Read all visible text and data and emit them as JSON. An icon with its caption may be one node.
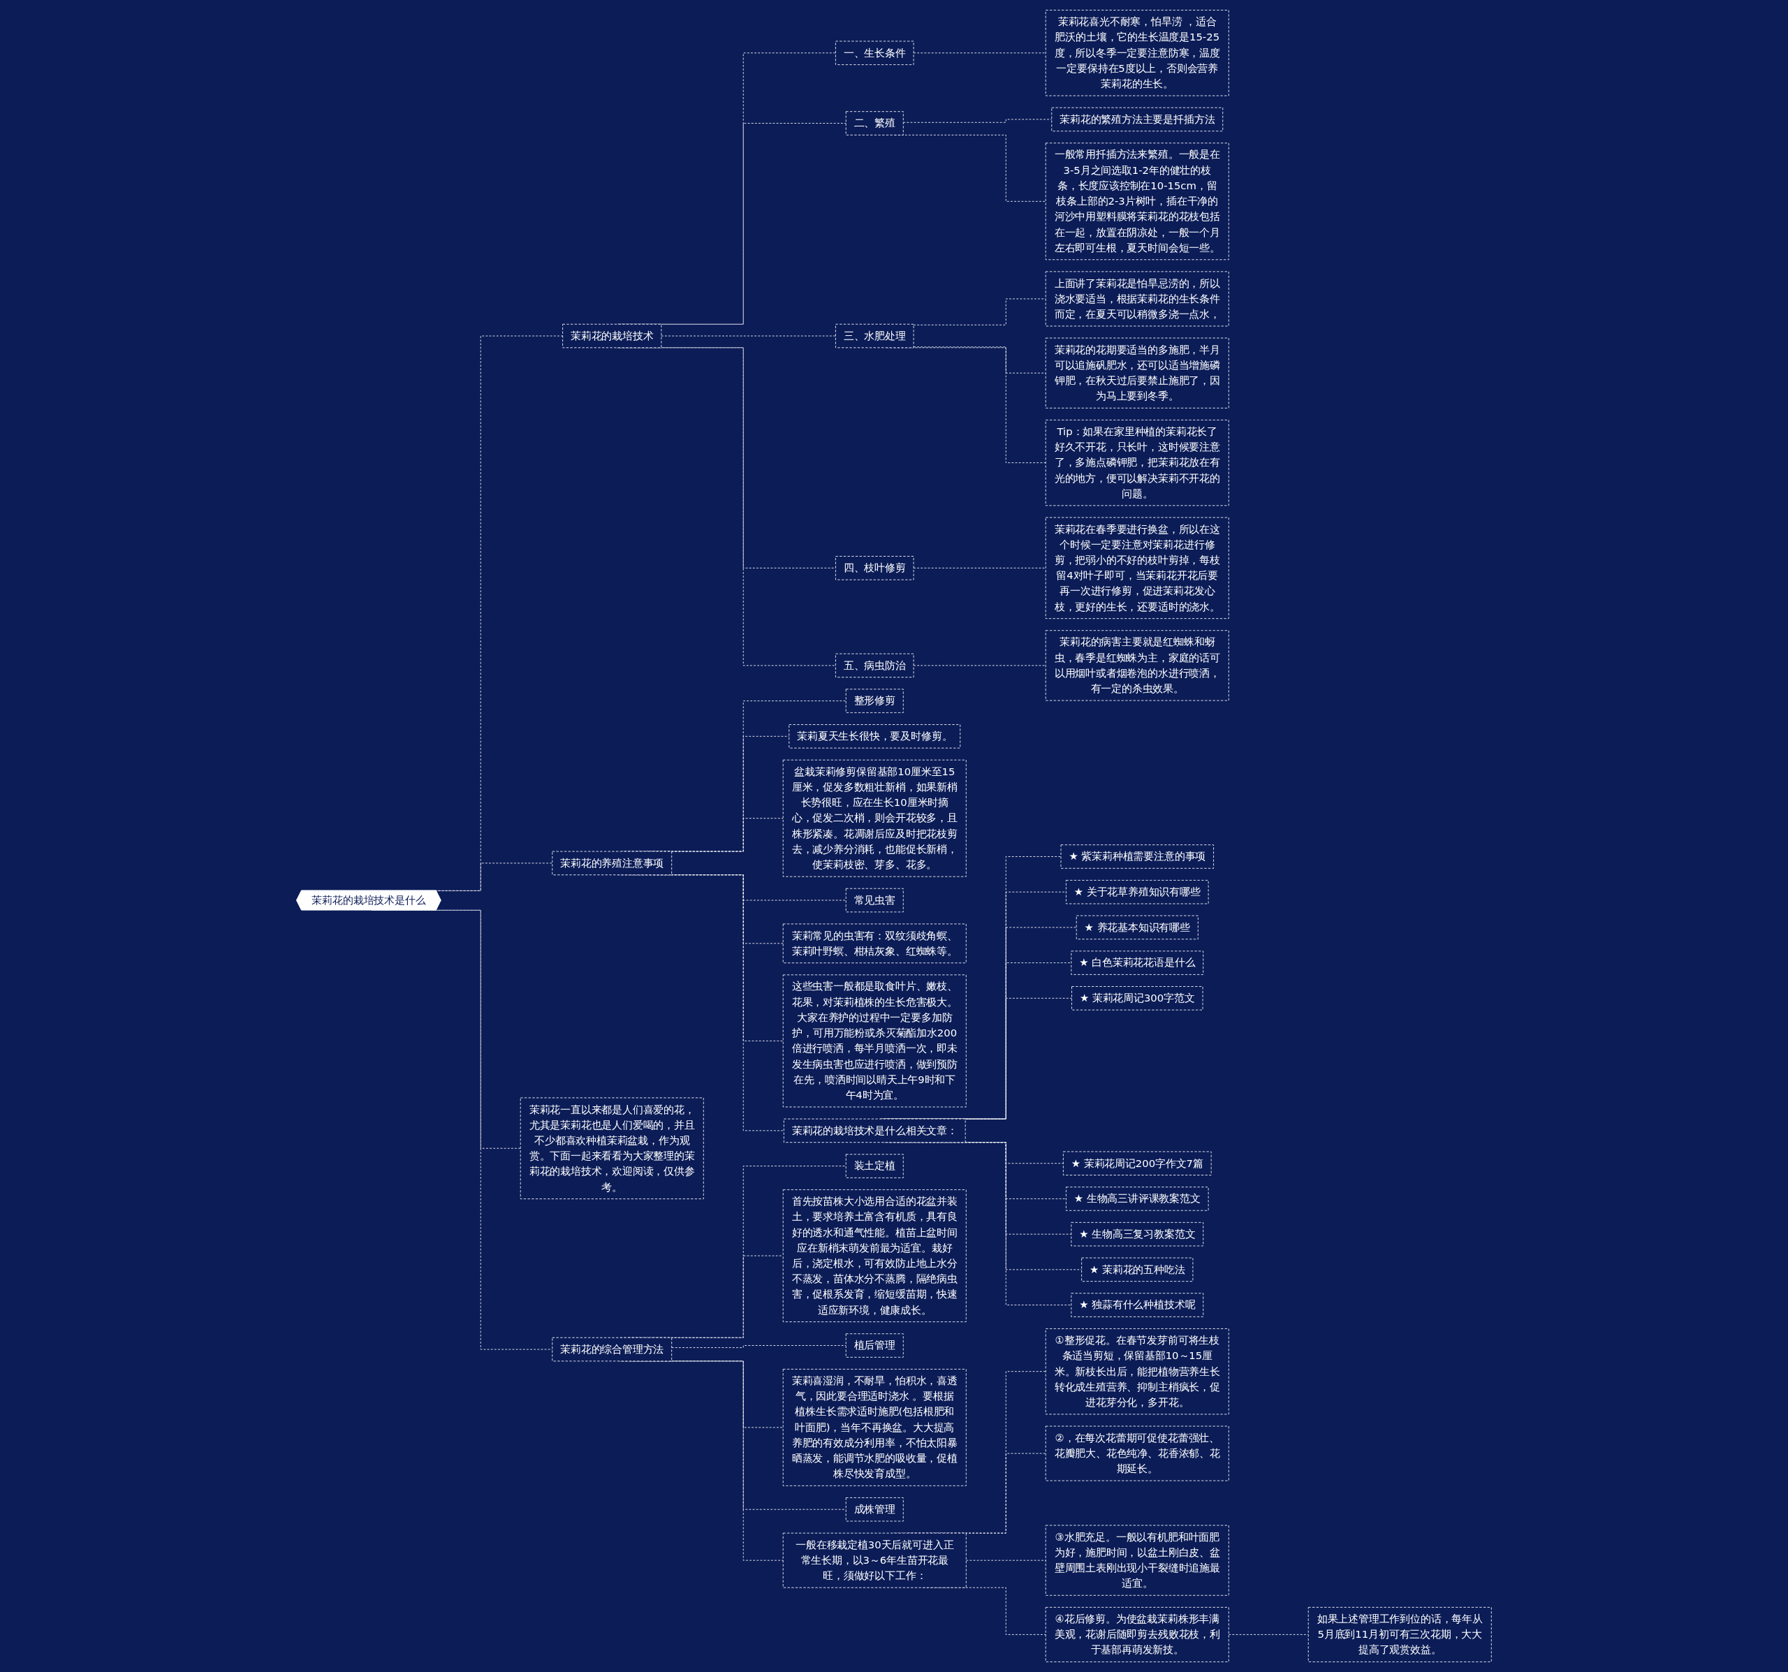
{
  "diagram": {
    "nodes": [
      {
        "text": [
          "茉莉花的栽培技术是什么"
        ]
      },
      {
        "text": [
          "茉莉花的栽培技术"
        ]
      },
      {
        "text": [
          "一、生长条件"
        ]
      },
      {
        "text": [
          "茉莉花喜光不耐寒，怕旱涝 ，适合肥沃的土壤，它的生长温度是15-25度，所以冬季一定要注意防寒，温度一定要保持在5度以上，否则会营养茉莉花的生长。"
        ]
      },
      {
        "text": [
          "二、繁殖"
        ]
      },
      {
        "text": [
          "茉莉花的繁殖方法主要是扦插方法"
        ]
      },
      {
        "text": [
          "一般常用扦插方法来繁殖。一般是在3-5月之间选取1-2年的健壮的枝条，长度应该控制在10-15cm，留枝条上部的2-3片树叶，插在干净的河沙中用塑料膜将茉莉花的花枝包括在一起，放置在阴凉处，一般一个月左右即可生根，夏天时间会短一些。"
        ]
      },
      {
        "text": [
          "三、水肥处理"
        ]
      },
      {
        "text": [
          "上面讲了茉莉花是怕旱忌涝的，所以浇水要适当，根据茉莉花的生长条件而定，在夏天可以稍微多浇一点水，"
        ]
      },
      {
        "text": [
          "茉莉花的花期要适当的多施肥，半月可以追施矾肥水，还可以适当增施磷钾肥，在秋天过后要禁止施肥了，因为马上要到冬季。"
        ]
      },
      {
        "text": [
          "Tip：如果在家里种植的茉莉花长了好久不开花，只长叶，这时候要注意了，多施点磷钾肥，把茉莉花放在有光的地方，便可以解决茉莉不开花的问题。"
        ]
      },
      {
        "text": [
          "四、枝叶修剪"
        ]
      },
      {
        "text": [
          "茉莉花在春季要进行换盆，所以在这个时候一定要注意对茉莉花进行修剪，把弱小的不好的枝叶剪掉，每枝留4对叶子即可，当茉莉花开花后要再一次进行修剪，促进茉莉花发心枝，更好的生长，还要适时的浇水。"
        ]
      },
      {
        "text": [
          "五、病虫防治"
        ]
      },
      {
        "text": [
          "茉莉花的病害主要就是红蜘蛛和蚜虫，春季是红蜘蛛为主，家庭的话可以用烟叶或者烟卷泡的水进行喷洒，有一定的杀虫效果。"
        ]
      },
      {
        "text": [
          "茉莉花的养殖注意事项"
        ]
      },
      {
        "text": [
          "整形修剪"
        ]
      },
      {
        "text": [
          "茉莉夏天生长很快，要及时修剪。"
        ]
      },
      {
        "text": [
          "盆栽茉莉修剪保留基部10厘米至15厘米，促发多数粗壮新梢，如果新梢长势很旺，应在生长10厘米时摘心，促发二次梢，则会开花较多，且株形紧凑。花凋谢后应及时把花枝剪去，减少养分消耗，也能促长新梢，使茉莉枝密、芽多、花多。"
        ]
      },
      {
        "text": [
          "常见虫害"
        ]
      },
      {
        "text": [
          "茉莉常见的虫害有：双纹须歧角螟、茉莉叶野螟、柑桔灰象、红蜘蛛等。"
        ]
      },
      {
        "text": [
          "这些虫害一般都是取食叶片、嫩枝、花果，对茉莉植株的生长危害极大。大家在养护的过程中一定要多加防护，可用万能粉或杀灭菊酯加水200倍进行喷洒，每半月喷洒一次，即未发生病虫害也应进行喷洒，做到预防在先，喷洒时间以晴天上午9时和下午4时为宜。"
        ]
      },
      {
        "text": [
          "茉莉花的栽培技术是什么相关文章："
        ]
      },
      {
        "text": [
          "★ 紫茉莉种植需要注意的事项"
        ]
      },
      {
        "text": [
          "★ 关于花草养殖知识有哪些"
        ]
      },
      {
        "text": [
          "★ 养花基本知识有哪些"
        ]
      },
      {
        "text": [
          "★ 白色茉莉花花语是什么"
        ]
      },
      {
        "text": [
          "★ 茉莉花周记300字范文"
        ]
      },
      {
        "text": [
          "★ 茉莉花周记200字作文7篇"
        ]
      },
      {
        "text": [
          "★ 生物高三讲评课教案范文"
        ]
      },
      {
        "text": [
          "★ 生物高三复习教案范文"
        ]
      },
      {
        "text": [
          "★ 茉莉花的五种吃法"
        ]
      },
      {
        "text": [
          "★ 独蒜有什么种植技术呢"
        ]
      },
      {
        "text": [
          "茉莉花一直以来都是人们喜爱的花，尤其是茉莉花也是人们爱喝的，并且不少都喜欢种植茉莉盆栽，作为观赏。下面一起来看看为大家整理的茉莉花的栽培技术，欢迎阅读，仅供参考。"
        ]
      },
      {
        "text": [
          "茉莉花的综合管理方法"
        ]
      },
      {
        "text": [
          "装土定植"
        ]
      },
      {
        "text": [
          "首先按苗株大小选用合适的花盆并装土，要求培养土富含有机质，具有良好的透水和通气性能。植苗上盆时间应在新梢末萌发前最为适宜。栽好后，浇定根水，可有效防止地上水分不蒸发，苗体水分不蒸腾，隔绝病虫害，促根系发育，缩短缓苗期，快速适应新环境，健康成长。"
        ]
      },
      {
        "text": [
          "植后管理"
        ]
      },
      {
        "text": [
          "茉莉喜湿润，不耐旱，怕积水，喜透气，因此要合理适时浇水 。要根据植株生长需求适时施肥(包括根肥和叶面肥)，当年不再换盆。大大提高养肥的有效成分利用率，不怕太阳暴晒蒸发，能调节水肥的吸收量，促植株尽快发育成型。"
        ]
      },
      {
        "text": [
          "成株管理"
        ]
      },
      {
        "text": [
          "一般在移栽定植30天后就可进入正常生长期，以3～6年生苗开花最旺，须做好以下工作："
        ]
      },
      {
        "text": [
          "①整形促花。在春节发芽前可将生枝条适当剪短，保留基部10～15厘米。新枝长出后，能把植物营养生长转化成生殖营养、抑制主梢疯长，促进花芽分化，多开花。"
        ]
      },
      {
        "text": [
          "②，在每次花蕾期可促使花蕾强壮、花瓣肥大、花色纯净、花香浓郁、花期延长。"
        ]
      },
      {
        "text": [
          "③水肥充足。一般以有机肥和叶面肥为好，施肥时间，以盆土刚白皮、盆壁周围土表刚出现小干裂缝时追施最适宜。"
        ]
      },
      {
        "text": [
          "④花后修剪。为使盆栽茉莉株形丰满美观，花谢后随即剪去残败花枝，利于基部再萌发新技。"
        ]
      },
      {
        "text": [
          "如果上述管理工作到位的话，每年从5月底到11月初可有三次花期，大大提高了观赏效益。"
        ]
      }
    ],
    "edges": [
      {
        "from": 0,
        "to": 1,
        "arrow": "none"
      },
      {
        "from": 1,
        "to": 2,
        "arrow": "none"
      },
      {
        "from": 2,
        "to": 3,
        "arrow": "none"
      },
      {
        "from": 1,
        "to": 4,
        "arrow": "none"
      },
      {
        "from": 4,
        "to": 5,
        "arrow": "none"
      },
      {
        "from": 4,
        "to": 6,
        "arrow": "none"
      },
      {
        "from": 1,
        "to": 7,
        "arrow": "none"
      },
      {
        "from": 7,
        "to": 8,
        "arrow": "none"
      },
      {
        "from": 7,
        "to": 9,
        "arrow": "none"
      },
      {
        "from": 7,
        "to": 10,
        "arrow": "none"
      },
      {
        "from": 1,
        "to": 11,
        "arrow": "none"
      },
      {
        "from": 11,
        "to": 12,
        "arrow": "none"
      },
      {
        "from": 1,
        "to": 13,
        "arrow": "none"
      },
      {
        "from": 13,
        "to": 14,
        "arrow": "none"
      },
      {
        "from": 0,
        "to": 15,
        "arrow": "none"
      },
      {
        "from": 15,
        "to": 16,
        "arrow": "none"
      },
      {
        "from": 15,
        "to": 17,
        "arrow": "none"
      },
      {
        "from": 15,
        "to": 18,
        "arrow": "none"
      },
      {
        "from": 15,
        "to": 19,
        "arrow": "none"
      },
      {
        "from": 15,
        "to": 20,
        "arrow": "none"
      },
      {
        "from": 15,
        "to": 21,
        "arrow": "none"
      },
      {
        "from": 15,
        "to": 22,
        "arrow": "none"
      },
      {
        "from": 22,
        "to": 23,
        "arrow": "none"
      },
      {
        "from": 22,
        "to": 24,
        "arrow": "none"
      },
      {
        "from": 22,
        "to": 25,
        "arrow": "none"
      },
      {
        "from": 22,
        "to": 26,
        "arrow": "none"
      },
      {
        "from": 22,
        "to": 27,
        "arrow": "none"
      },
      {
        "from": 22,
        "to": 28,
        "arrow": "none"
      },
      {
        "from": 22,
        "to": 29,
        "arrow": "none"
      },
      {
        "from": 22,
        "to": 30,
        "arrow": "none"
      },
      {
        "from": 22,
        "to": 31,
        "arrow": "none"
      },
      {
        "from": 22,
        "to": 32,
        "arrow": "none"
      },
      {
        "from": 0,
        "to": 33,
        "arrow": "none"
      },
      {
        "from": 0,
        "to": 34,
        "arrow": "none"
      },
      {
        "from": 34,
        "to": 35,
        "arrow": "none"
      },
      {
        "from": 34,
        "to": 36,
        "arrow": "none"
      },
      {
        "from": 34,
        "to": 37,
        "arrow": "none"
      },
      {
        "from": 34,
        "to": 38,
        "arrow": "none"
      },
      {
        "from": 34,
        "to": 39,
        "arrow": "none"
      },
      {
        "from": 34,
        "to": 40,
        "arrow": "none"
      },
      {
        "from": 40,
        "to": 41,
        "arrow": "none"
      },
      {
        "from": 40,
        "to": 42,
        "arrow": "none"
      },
      {
        "from": 40,
        "to": 43,
        "arrow": "none"
      },
      {
        "from": 40,
        "to": 44,
        "arrow": "none"
      },
      {
        "from": 44,
        "to": 45,
        "arrow": "none"
      }
    ]
  }
}
